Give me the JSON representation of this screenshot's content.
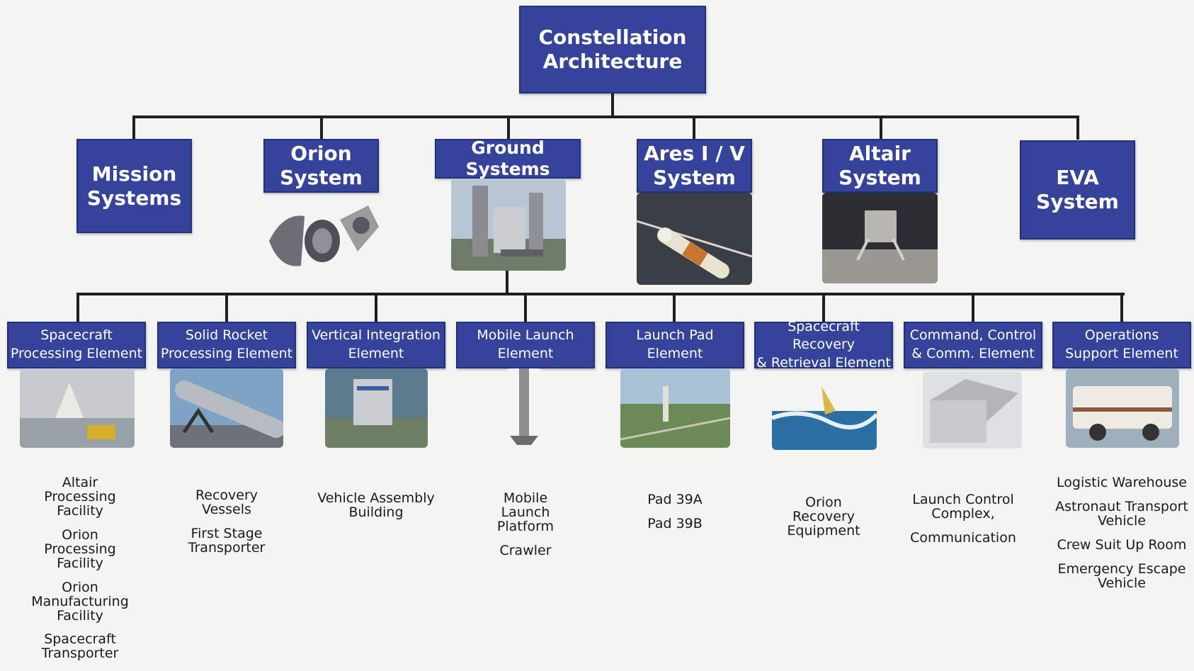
{
  "root": {
    "label": "Constellation\nArchitecture"
  },
  "systems": [
    {
      "label": "Mission\nSystems"
    },
    {
      "label": "Orion\nSystem"
    },
    {
      "label": "Ground Systems"
    },
    {
      "label": "Ares I / V\nSystem"
    },
    {
      "label": "Altair\nSystem"
    },
    {
      "label": "EVA\nSystem"
    }
  ],
  "elements": [
    {
      "label": "Spacecraft\nProcessing  Element",
      "items": [
        "Altair\nProcessing\nFacility",
        "Orion\nProcessing\nFacility",
        "Orion\nManufacturing\nFacility",
        "Spacecraft\nTransporter"
      ]
    },
    {
      "label": "Solid Rocket\nProcessing Element",
      "items": [
        "Recovery\nVessels",
        "First Stage\nTransporter"
      ]
    },
    {
      "label": "Vertical Integration\nElement",
      "items": [
        "Vehicle Assembly\nBuilding"
      ]
    },
    {
      "label": "Mobile Launch\nElement",
      "items": [
        "Mobile\nLaunch\nPlatform",
        "Crawler"
      ]
    },
    {
      "label": "Launch Pad\nElement",
      "items": [
        "Pad 39A",
        "Pad 39B"
      ]
    },
    {
      "label": "Spacecraft Recovery\n& Retrieval Element",
      "items": [
        "Orion\nRecovery\nEquipment"
      ]
    },
    {
      "label": "Command, Control\n& Comm. Element",
      "items": [
        "Launch Control\nComplex,",
        "Communication"
      ]
    },
    {
      "label": "Operations\nSupport Element",
      "items": [
        "Logistic Warehouse",
        "Astronaut Transport\nVehicle",
        "Crew Suit Up Room",
        "Emergency Escape\nVehicle"
      ]
    }
  ],
  "colors": {
    "box": "#35449a",
    "line": "#1f1f1f"
  }
}
